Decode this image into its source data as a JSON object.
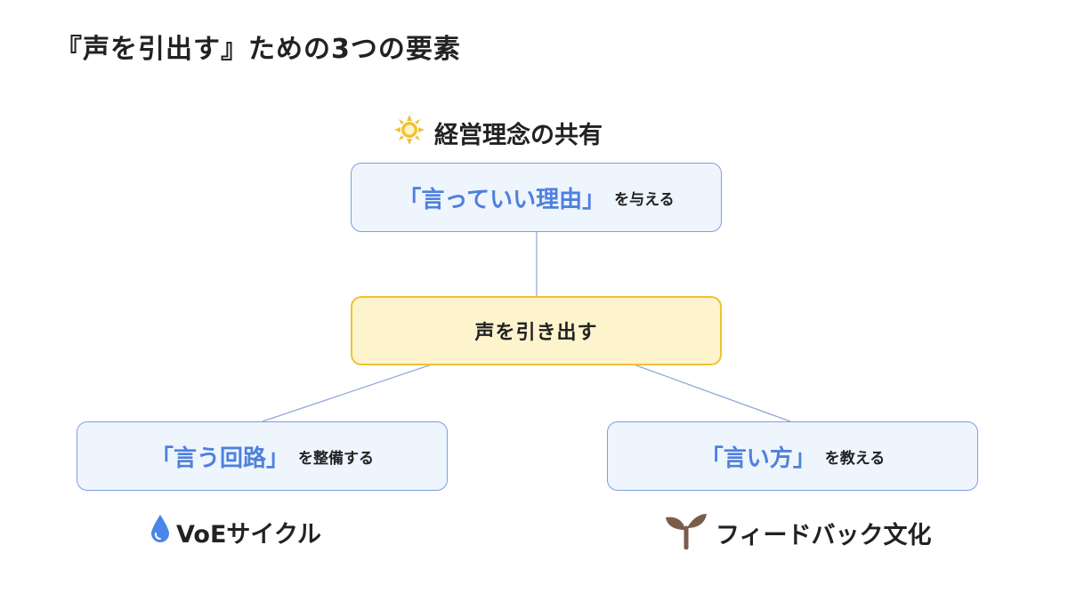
{
  "title": "『声を引出す』ための3つの要素",
  "top": {
    "caption": "経営理念の共有",
    "caption_icon": "sun-icon",
    "quote": "「言っていい理由」",
    "suffix": "を与える"
  },
  "center": {
    "label": "声を引き出す"
  },
  "left": {
    "quote": "「言う回路」",
    "suffix": "を整備する",
    "caption": "VoEサイクル",
    "caption_icon": "water-drop-icon"
  },
  "right": {
    "quote": "「言い方」",
    "suffix": "を教える",
    "caption": "フィードバック文化",
    "caption_icon": "sprout-icon"
  },
  "colors": {
    "accent_blue": "#4f80dd",
    "box_blue_bg": "#eef5fd",
    "box_blue_border": "#7d9fe0",
    "center_bg": "#fdf3cd",
    "center_border": "#f1c232",
    "connector": "#8fa8d8",
    "sun": "#f1c232",
    "drop": "#4a86e8",
    "sprout": "#7a5c4a"
  }
}
